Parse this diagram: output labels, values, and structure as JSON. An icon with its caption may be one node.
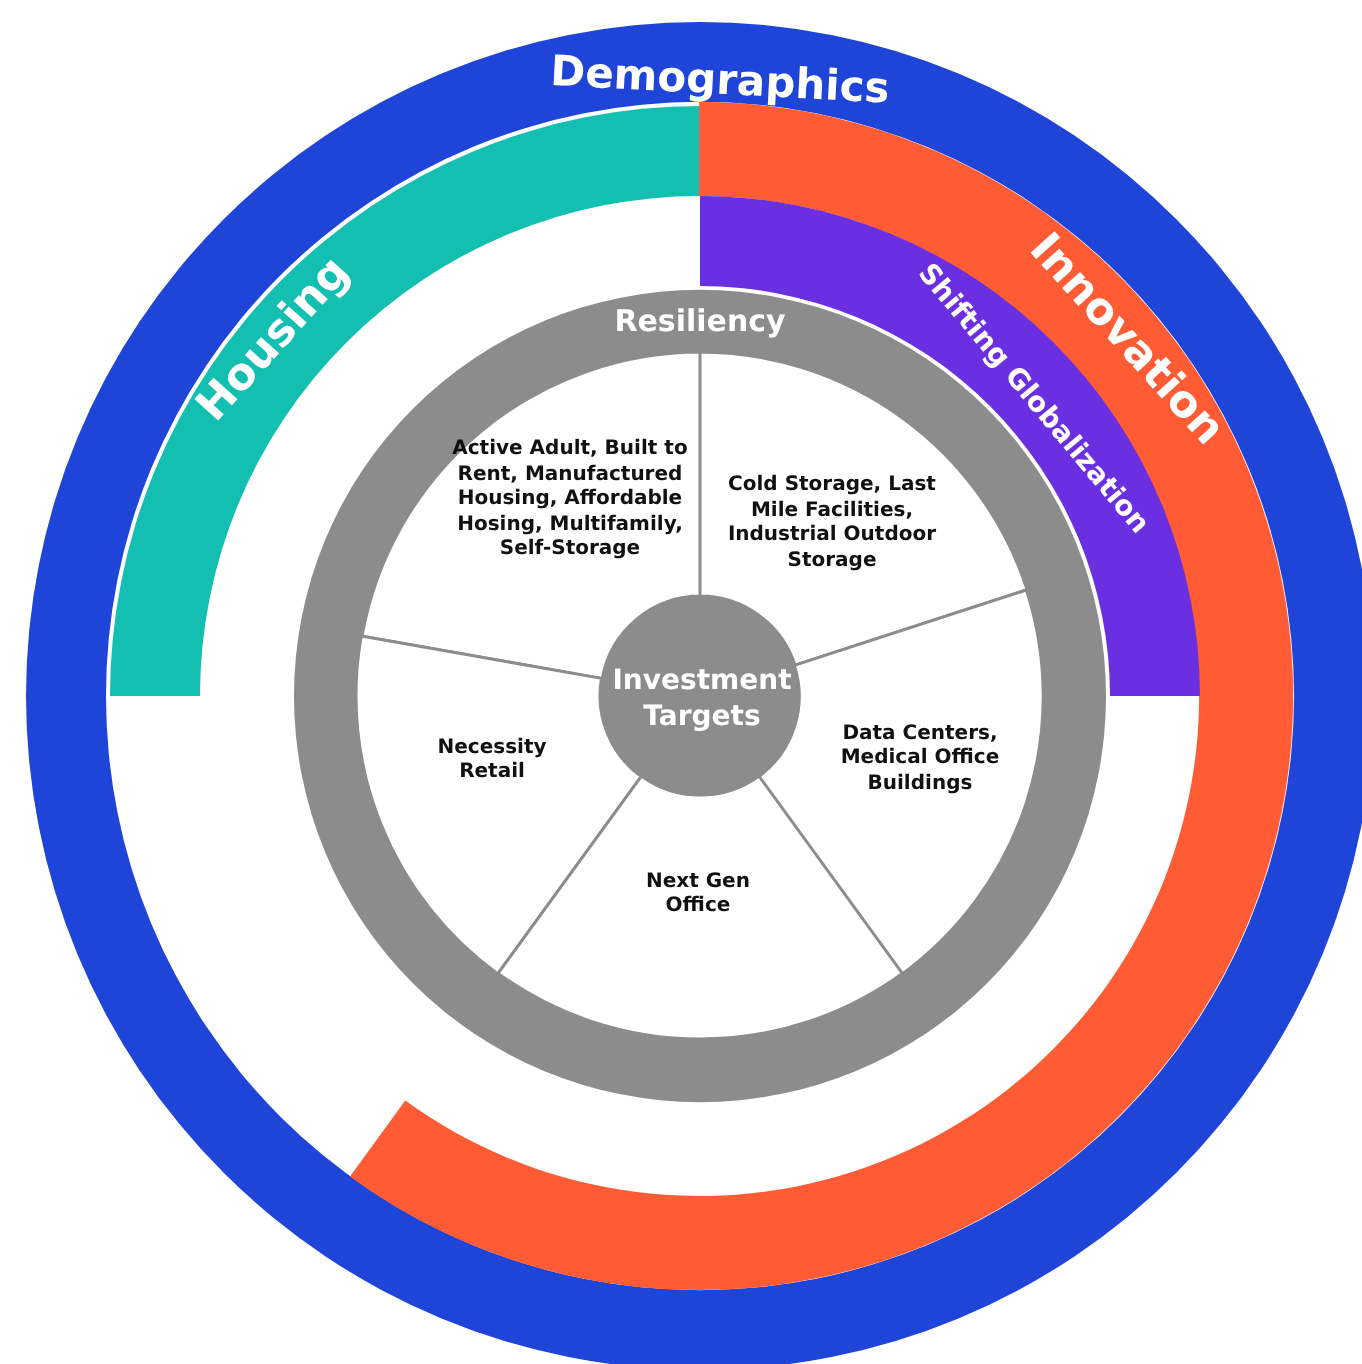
{
  "diagram": {
    "nodes": [
      {
        "text": [
          "Demographics"
        ]
      },
      {
        "text": [
          "Housing"
        ],
        "in": 0
      },
      {
        "text": [
          "Innovation"
        ],
        "in": 0
      },
      {
        "text": [
          "Shifting Globalization"
        ],
        "in": 0
      },
      {
        "text": [
          "Resiliency"
        ],
        "in": 0
      },
      {
        "text": [
          "Active Adult, Built to Rent, Manufactured Housing, Affordable Hosing, Multifamily, Self-Storage"
        ],
        "in": 4
      },
      {
        "text": [
          "Cold Storage, Last Mile Facilities, Industrial Outdoor Storage"
        ],
        "in": 4
      },
      {
        "text": [
          "Investment Targets"
        ],
        "in": 4
      },
      {
        "text": [
          "Necessity Retail"
        ],
        "in": 4
      },
      {
        "text": [
          "Data Centers, Medical Office Buildings"
        ],
        "in": 4
      },
      {
        "text": [
          "Next Gen Office"
        ],
        "in": 4
      }
    ],
    "edges": []
  }
}
